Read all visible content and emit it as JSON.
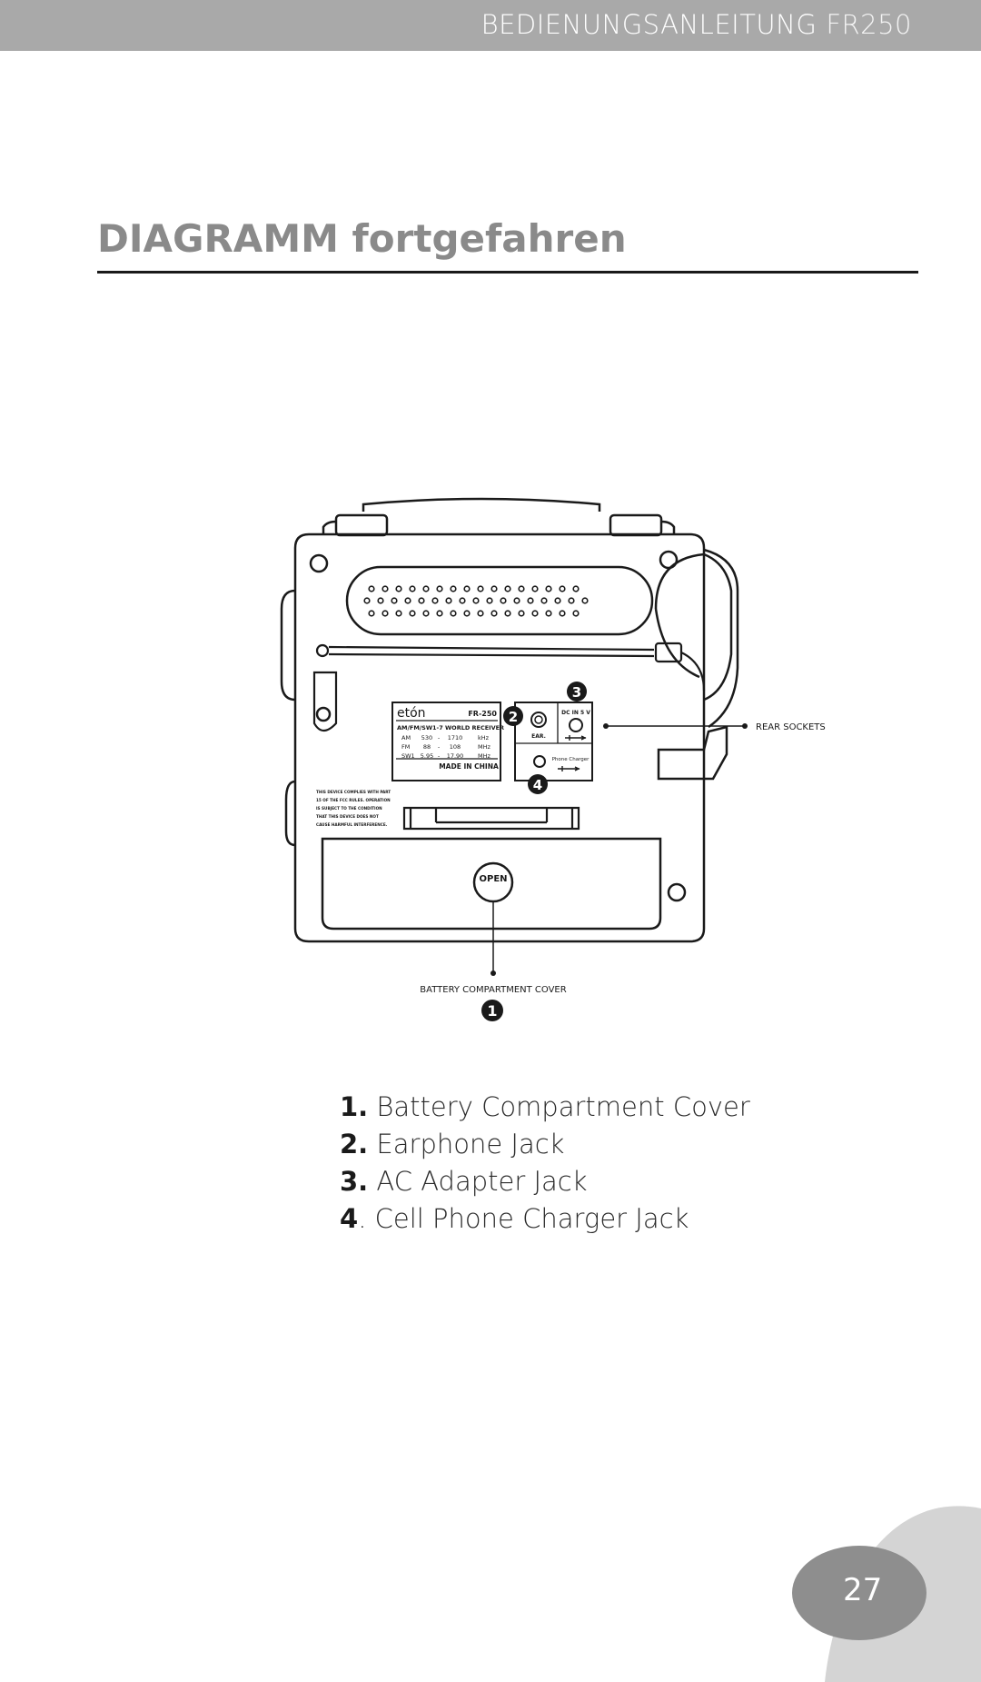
{
  "header": {
    "manual_label": "BEDIENUNGSANLEITUNG",
    "model": "FR250"
  },
  "section_title": "DIAGRAMM fortgefahren",
  "diagram": {
    "rear_sockets_label": "REAR SOCKETS",
    "battery_cover_label": "BATTERY COMPARTMENT COVER",
    "open_label": "OPEN",
    "callouts": [
      "1",
      "2",
      "3",
      "4"
    ],
    "product_label": {
      "brand": "etón",
      "model": "FR-250",
      "receiver": "AM/FM/SW1-7 WORLD RECEIVER",
      "bands": [
        {
          "band": "AM",
          "low": "530",
          "dash": "-",
          "high": "1710",
          "unit": "kHz"
        },
        {
          "band": "FM",
          "low": "88",
          "dash": "-",
          "high": "108",
          "unit": "MHz"
        },
        {
          "band": "SW1",
          "low": "5.95",
          "dash": "-",
          "high": "17.90",
          "unit": "MHz"
        }
      ],
      "origin": "MADE IN CHINA"
    },
    "socket_labels": {
      "dc_in": "DC IN 5 V",
      "ear": "EAR.",
      "phone_charger": "Phone Charger"
    },
    "fcc_notice": [
      "THIS DEVICE COMPLIES WITH PART",
      "15 OF THE FCC RULES. OPERATION",
      "IS SUBJECT TO THE CONDITION",
      "THAT THIS DEVICE DOES NOT",
      "CAUSE HARMFUL INTERFERENCE."
    ]
  },
  "legend": [
    {
      "number": "1.",
      "label": "Battery Compartment Cover"
    },
    {
      "number": "2.",
      "label": "Earphone Jack"
    },
    {
      "number": "3.",
      "label": "AC Adapter Jack"
    },
    {
      "number": "4",
      "label": ". Cell Phone Charger Jack"
    }
  ],
  "page_number": "27",
  "colors": {
    "header_bar": "#a9a9a9",
    "title_gray": "#8a8a8a",
    "page_blob_dark": "#8e8e8e",
    "page_blob_light": "#d4d4d4"
  }
}
